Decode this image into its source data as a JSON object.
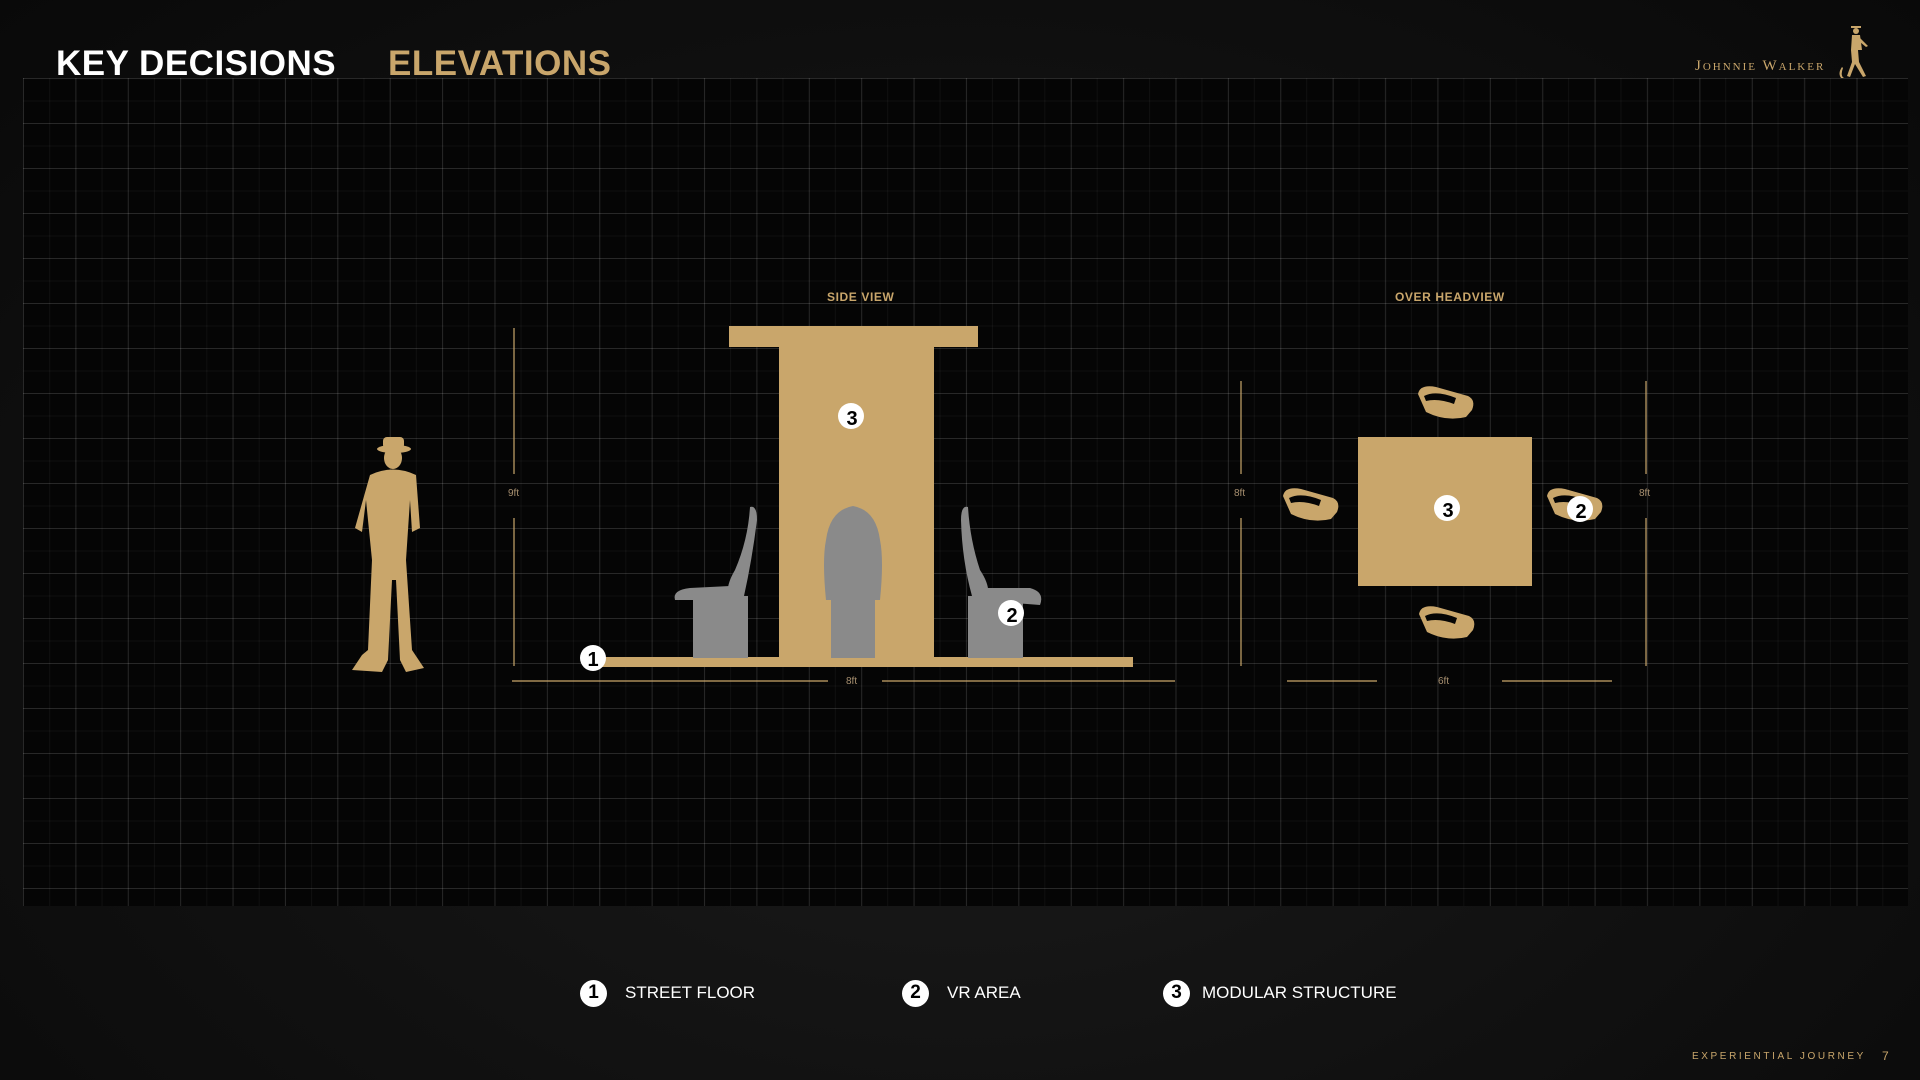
{
  "header": {
    "section_title": "KEY DECISIONS",
    "page_title": "ELEVATIONS",
    "brand": "Johnnie Walker"
  },
  "views": {
    "side_label": "SIDE VIEW",
    "overhead_label": "OVER HEADVIEW"
  },
  "dimensions": {
    "side_height": "9ft",
    "side_width": "8ft",
    "overhead_left": "8ft",
    "overhead_right": "8ft",
    "overhead_width": "6ft"
  },
  "markers": {
    "street_floor": "1",
    "vr_area": "2",
    "modular_structure": "3"
  },
  "legend": [
    {
      "number": "1",
      "label": "STREET FLOOR"
    },
    {
      "number": "2",
      "label": "VR AREA"
    },
    {
      "number": "3",
      "label": "MODULAR STRUCTURE"
    }
  ],
  "footer": {
    "label": "EXPERIENTIAL JOURNEY",
    "page_number": "7"
  },
  "colors": {
    "gold": "#c9a66b",
    "gray_seat": "#8a8a8a",
    "background": "#0d0d0d"
  }
}
